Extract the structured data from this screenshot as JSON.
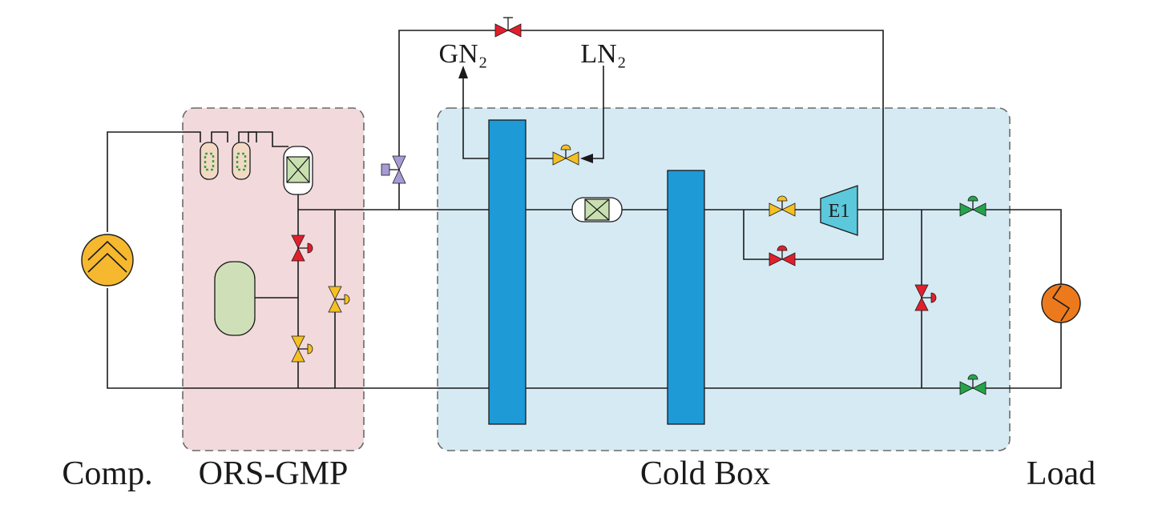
{
  "labels": {
    "gn2": "GN₂",
    "ln2": "LN₂",
    "turbine": "E1",
    "comp": "Comp.",
    "ors_gmp": "ORS-GMP",
    "cold_box": "Cold Box",
    "load": "Load"
  },
  "colors": {
    "ors_region": "#f1d9dc",
    "cold_box_region": "#d6eaf3",
    "heat_exchanger": "#1e9ad6",
    "compressor": "#f5b82e",
    "load_heater": "#ec7a1c",
    "turbine": "#5bc8dc",
    "tank": "#cfe0b8",
    "valve_red": "#e0202c",
    "valve_yellow": "#f5c023",
    "valve_green": "#25a44a",
    "valve_purple": "#a89ad4"
  },
  "icons": [
    "compressor-icon",
    "heater-icon",
    "turbine-icon",
    "filter-icon",
    "adsorber-icon",
    "tank-icon",
    "valve-icon"
  ]
}
